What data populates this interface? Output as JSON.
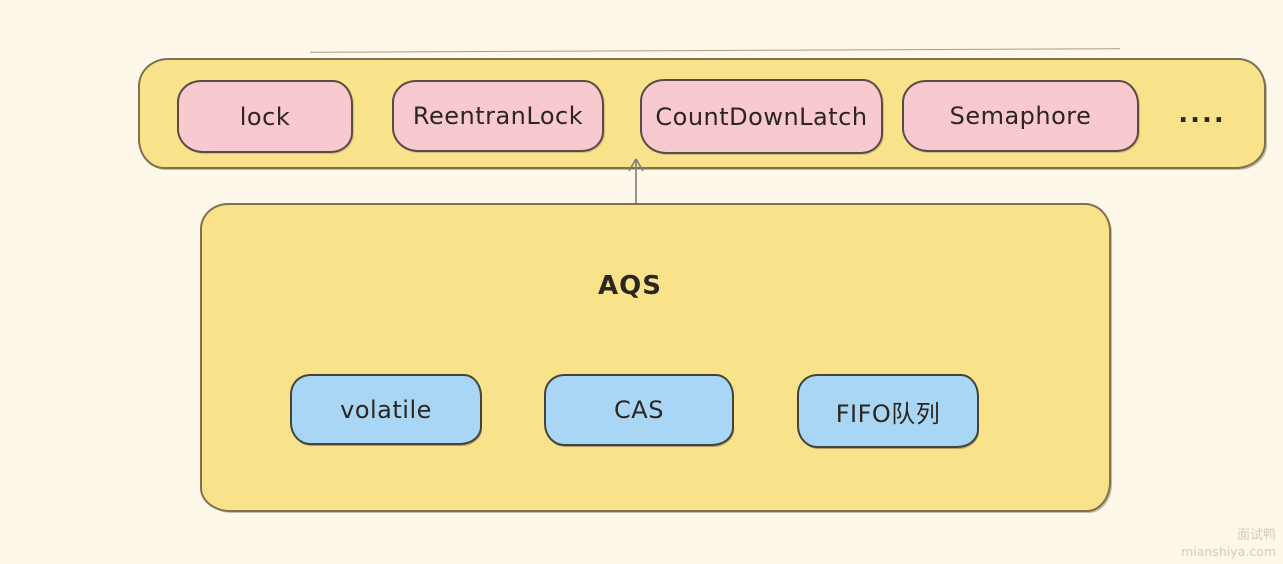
{
  "diagram": {
    "top_group": {
      "items": [
        {
          "label": "lock"
        },
        {
          "label": "ReentranLock"
        },
        {
          "label": "CountDownLatch"
        },
        {
          "label": "Semaphore"
        }
      ],
      "ellipsis": "...."
    },
    "arrow": {
      "icon": "arrow-up",
      "direction": "up"
    },
    "aqs_group": {
      "title": "AQS",
      "items": [
        {
          "label": "volatile"
        },
        {
          "label": "CAS"
        },
        {
          "label": "FIFO队列"
        }
      ]
    }
  },
  "colors": {
    "background": "#fdf8e9",
    "container_fill": "#f8e38b",
    "container_stroke": "#80704e",
    "pink_fill": "#f9c9d0",
    "pink_stroke": "#5a4c44",
    "blue_fill": "#a9d6f4",
    "blue_stroke": "#43423c",
    "text": "#2b2620",
    "arrow": "#7d7d7d",
    "watermark": "#d2ccbd"
  },
  "watermark": {
    "line1": "面试鸭",
    "line2": "mianshiya.com"
  }
}
